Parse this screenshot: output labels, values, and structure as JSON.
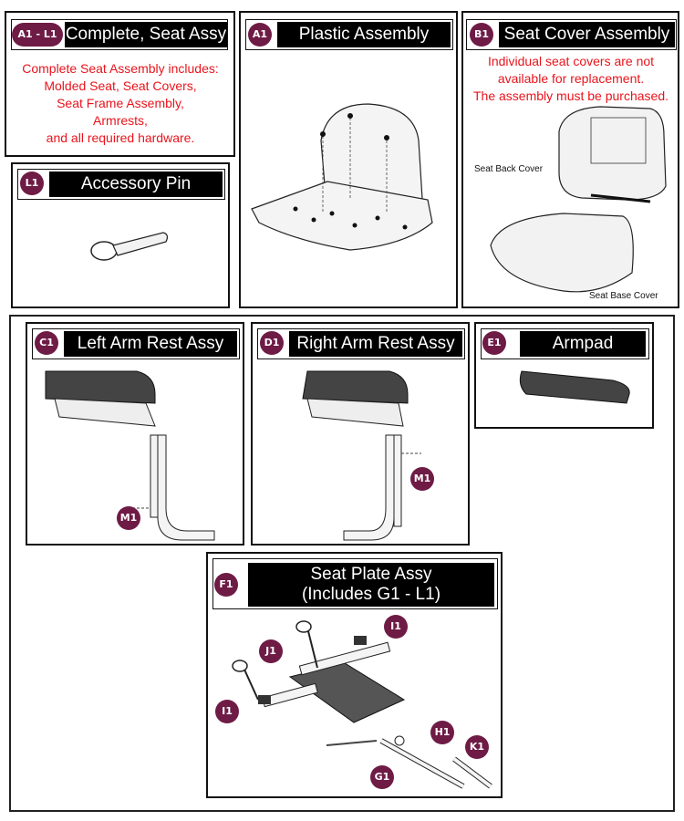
{
  "panels": {
    "complete_seat": {
      "badge": "A1 - L1",
      "title": "Complete, Seat Assy",
      "note_lines": [
        "Complete Seat Assembly includes:",
        "Molded Seat, Seat Covers,",
        "Seat Frame Assembly,",
        "Armrests,",
        "and all required hardware."
      ]
    },
    "plastic": {
      "badge": "A1",
      "title": "Plastic Assembly"
    },
    "seat_cover": {
      "badge": "B1",
      "title": "Seat Cover Assembly",
      "note_lines": [
        "Individual seat covers are not",
        "available for replacement.",
        "The assembly must be purchased."
      ],
      "back_label": "Seat Back Cover",
      "base_label": "Seat Base Cover"
    },
    "accessory_pin": {
      "badge": "L1",
      "title": "Accessory Pin"
    },
    "left_arm": {
      "badge": "C1",
      "title": "Left Arm Rest Assy",
      "callout": "M1"
    },
    "right_arm": {
      "badge": "D1",
      "title": "Right Arm Rest Assy",
      "callout": "M1"
    },
    "armpad": {
      "badge": "E1",
      "title": "Armpad"
    },
    "seat_plate": {
      "badge": "F1",
      "title_line1": "Seat Plate Assy",
      "title_line2": "(Includes G1 - L1)",
      "callouts": {
        "i1_top": "I1",
        "j1": "J1",
        "i1_left": "I1",
        "h1": "H1",
        "k1": "K1",
        "g1": "G1"
      }
    }
  },
  "colors": {
    "badge": "#6e1b45",
    "note_red": "#e8141c",
    "title_bg": "#000000"
  }
}
